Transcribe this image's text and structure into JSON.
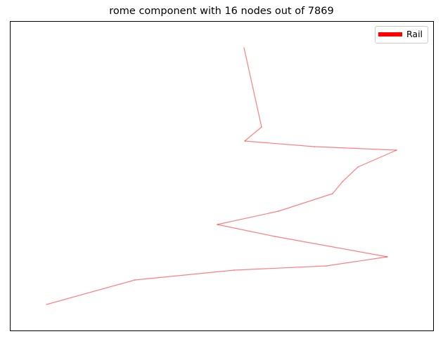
{
  "chart_data": {
    "type": "line",
    "title": "rome component with 16 nodes out of 7869",
    "xlabel": "",
    "ylabel": "",
    "axes_visible": false,
    "grid": false,
    "legend_position": "top-right",
    "series": [
      {
        "name": "Rail",
        "color": "#ff0000",
        "line_alpha": 0.5,
        "legend_color": "#ff0000",
        "points": [
          {
            "x": 347,
            "y": 68
          },
          {
            "x": 372,
            "y": 181
          },
          {
            "x": 348,
            "y": 201
          },
          {
            "x": 447,
            "y": 209
          },
          {
            "x": 564,
            "y": 214
          },
          {
            "x": 509,
            "y": 238
          },
          {
            "x": 487,
            "y": 259
          },
          {
            "x": 473,
            "y": 276
          },
          {
            "x": 396,
            "y": 301
          },
          {
            "x": 309,
            "y": 320
          },
          {
            "x": 391,
            "y": 337
          },
          {
            "x": 551,
            "y": 366
          },
          {
            "x": 464,
            "y": 379
          },
          {
            "x": 333,
            "y": 385
          },
          {
            "x": 192,
            "y": 399
          },
          {
            "x": 66,
            "y": 434
          }
        ]
      }
    ]
  }
}
